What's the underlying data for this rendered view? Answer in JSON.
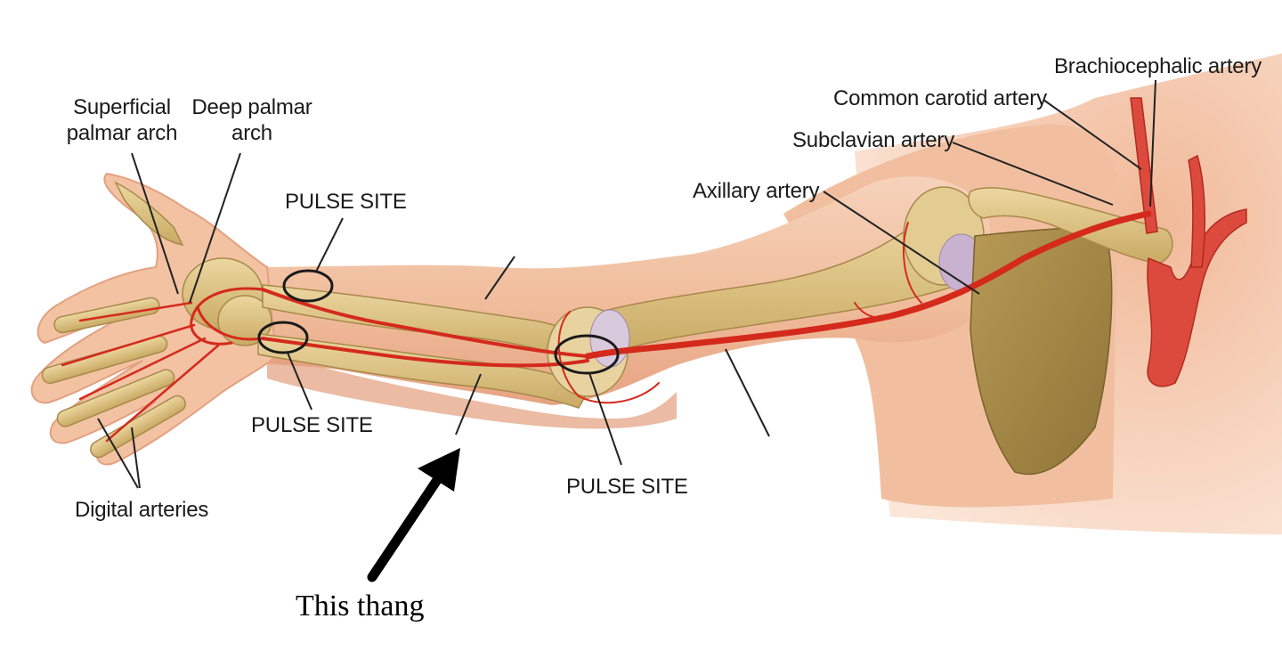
{
  "labels": {
    "superficial_palmar_arch": {
      "line1": "Superficial",
      "line2": "palmar arch"
    },
    "deep_palmar_arch": {
      "line1": "Deep palmar",
      "line2": "arch"
    },
    "pulse_site_radial": "PULSE SITE",
    "pulse_site_ulnar": "PULSE SITE",
    "pulse_site_elbow": "PULSE SITE",
    "digital_arteries": "Digital arteries",
    "axillary_artery": "Axillary artery",
    "subclavian_artery": "Subclavian artery",
    "common_carotid_artery": "Common carotid artery",
    "brachiocephalic_artery": "Brachiocephalic artery"
  },
  "annotation": {
    "caption": "This thang"
  },
  "colors": {
    "skin": "#f2c3a6",
    "skin_shadow": "#e3a080",
    "bone": "#d8bf80",
    "bone_shadow": "#a8894a",
    "artery": "#d42a1c",
    "cartilage": "#c8b2cf",
    "line": "#222222"
  }
}
